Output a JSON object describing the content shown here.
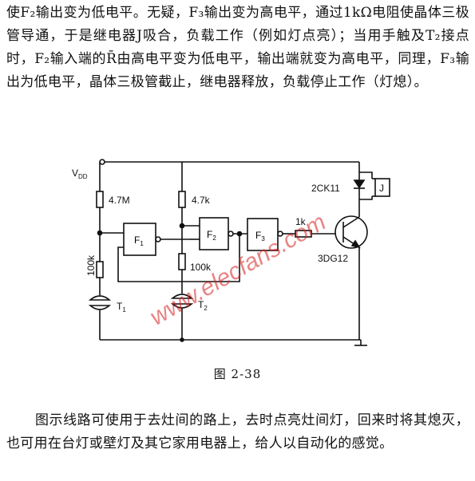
{
  "page": {
    "paragraph_top": "使F₂输出变为低电平。无疑，F₃输出变为高电平，通过1kΩ电阻使晶体三极管导通，于是继电器J吸合，负载工作（例如灯点亮）；当用手触及T₂接点时，F₂输入端的R̄由高电平变为低电平，输出端就变为高电平，同理，F₃输出为低电平，晶体三极管截止，继电器释放，负载停止工作（灯熄）。",
    "figure_caption": "图 2-38",
    "paragraph_bottom": "图示线路可使用于去灶间的路上，去时点亮灶间灯，回来时将其熄灭，也可用在台灯或壁灯及其它家用电器上，给人以自动化的感觉。"
  },
  "diagram": {
    "vdd_label": "V",
    "vdd_sub": "DD",
    "r1_label": "4.7M",
    "r2_label": "4.7k",
    "r3_label": "100k",
    "r4_label": "100k",
    "r5_label": "1k",
    "gate1_label": "F",
    "gate1_sub": "1",
    "gate2_label": "F",
    "gate2_sub": "2",
    "gate3_label": "F",
    "gate3_sub": "3",
    "touch1_label": "T",
    "touch1_sub": "1",
    "touch2_label": "T",
    "touch2_sub": "2",
    "diode_label": "2CK11",
    "relay_label": "J",
    "transistor_label": "3DG12",
    "watermark": "www.elecfans.com"
  }
}
